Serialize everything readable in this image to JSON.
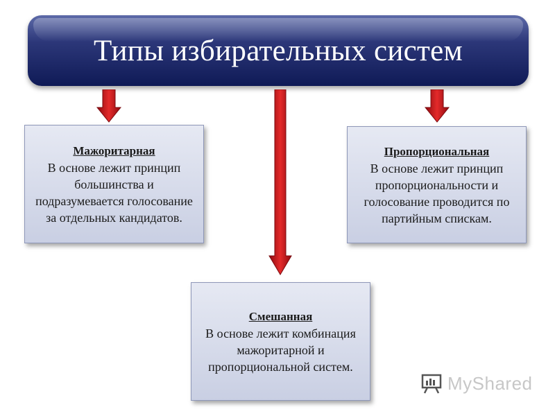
{
  "title": "Типы избирательных систем",
  "boxes": {
    "majoritarian": {
      "title": "Мажоритарная",
      "text": "В основе лежит принцип большинства и подразумевается голосование за отдельных кандидатов."
    },
    "proportional": {
      "title": "Пропорциональная",
      "text": "В основе лежит принцип пропорциональности и голосование проводится по партийным спискам."
    },
    "mixed": {
      "title": "Смешанная",
      "text": "В основе лежит комбинация мажоритарной и пропорциональной систем."
    }
  },
  "logo": {
    "text": "MyShared"
  },
  "colors": {
    "title_bar": "#1b2563",
    "arrow": "#c0131b",
    "box_fill": "#d6dbea",
    "box_border": "#8e97b8"
  }
}
